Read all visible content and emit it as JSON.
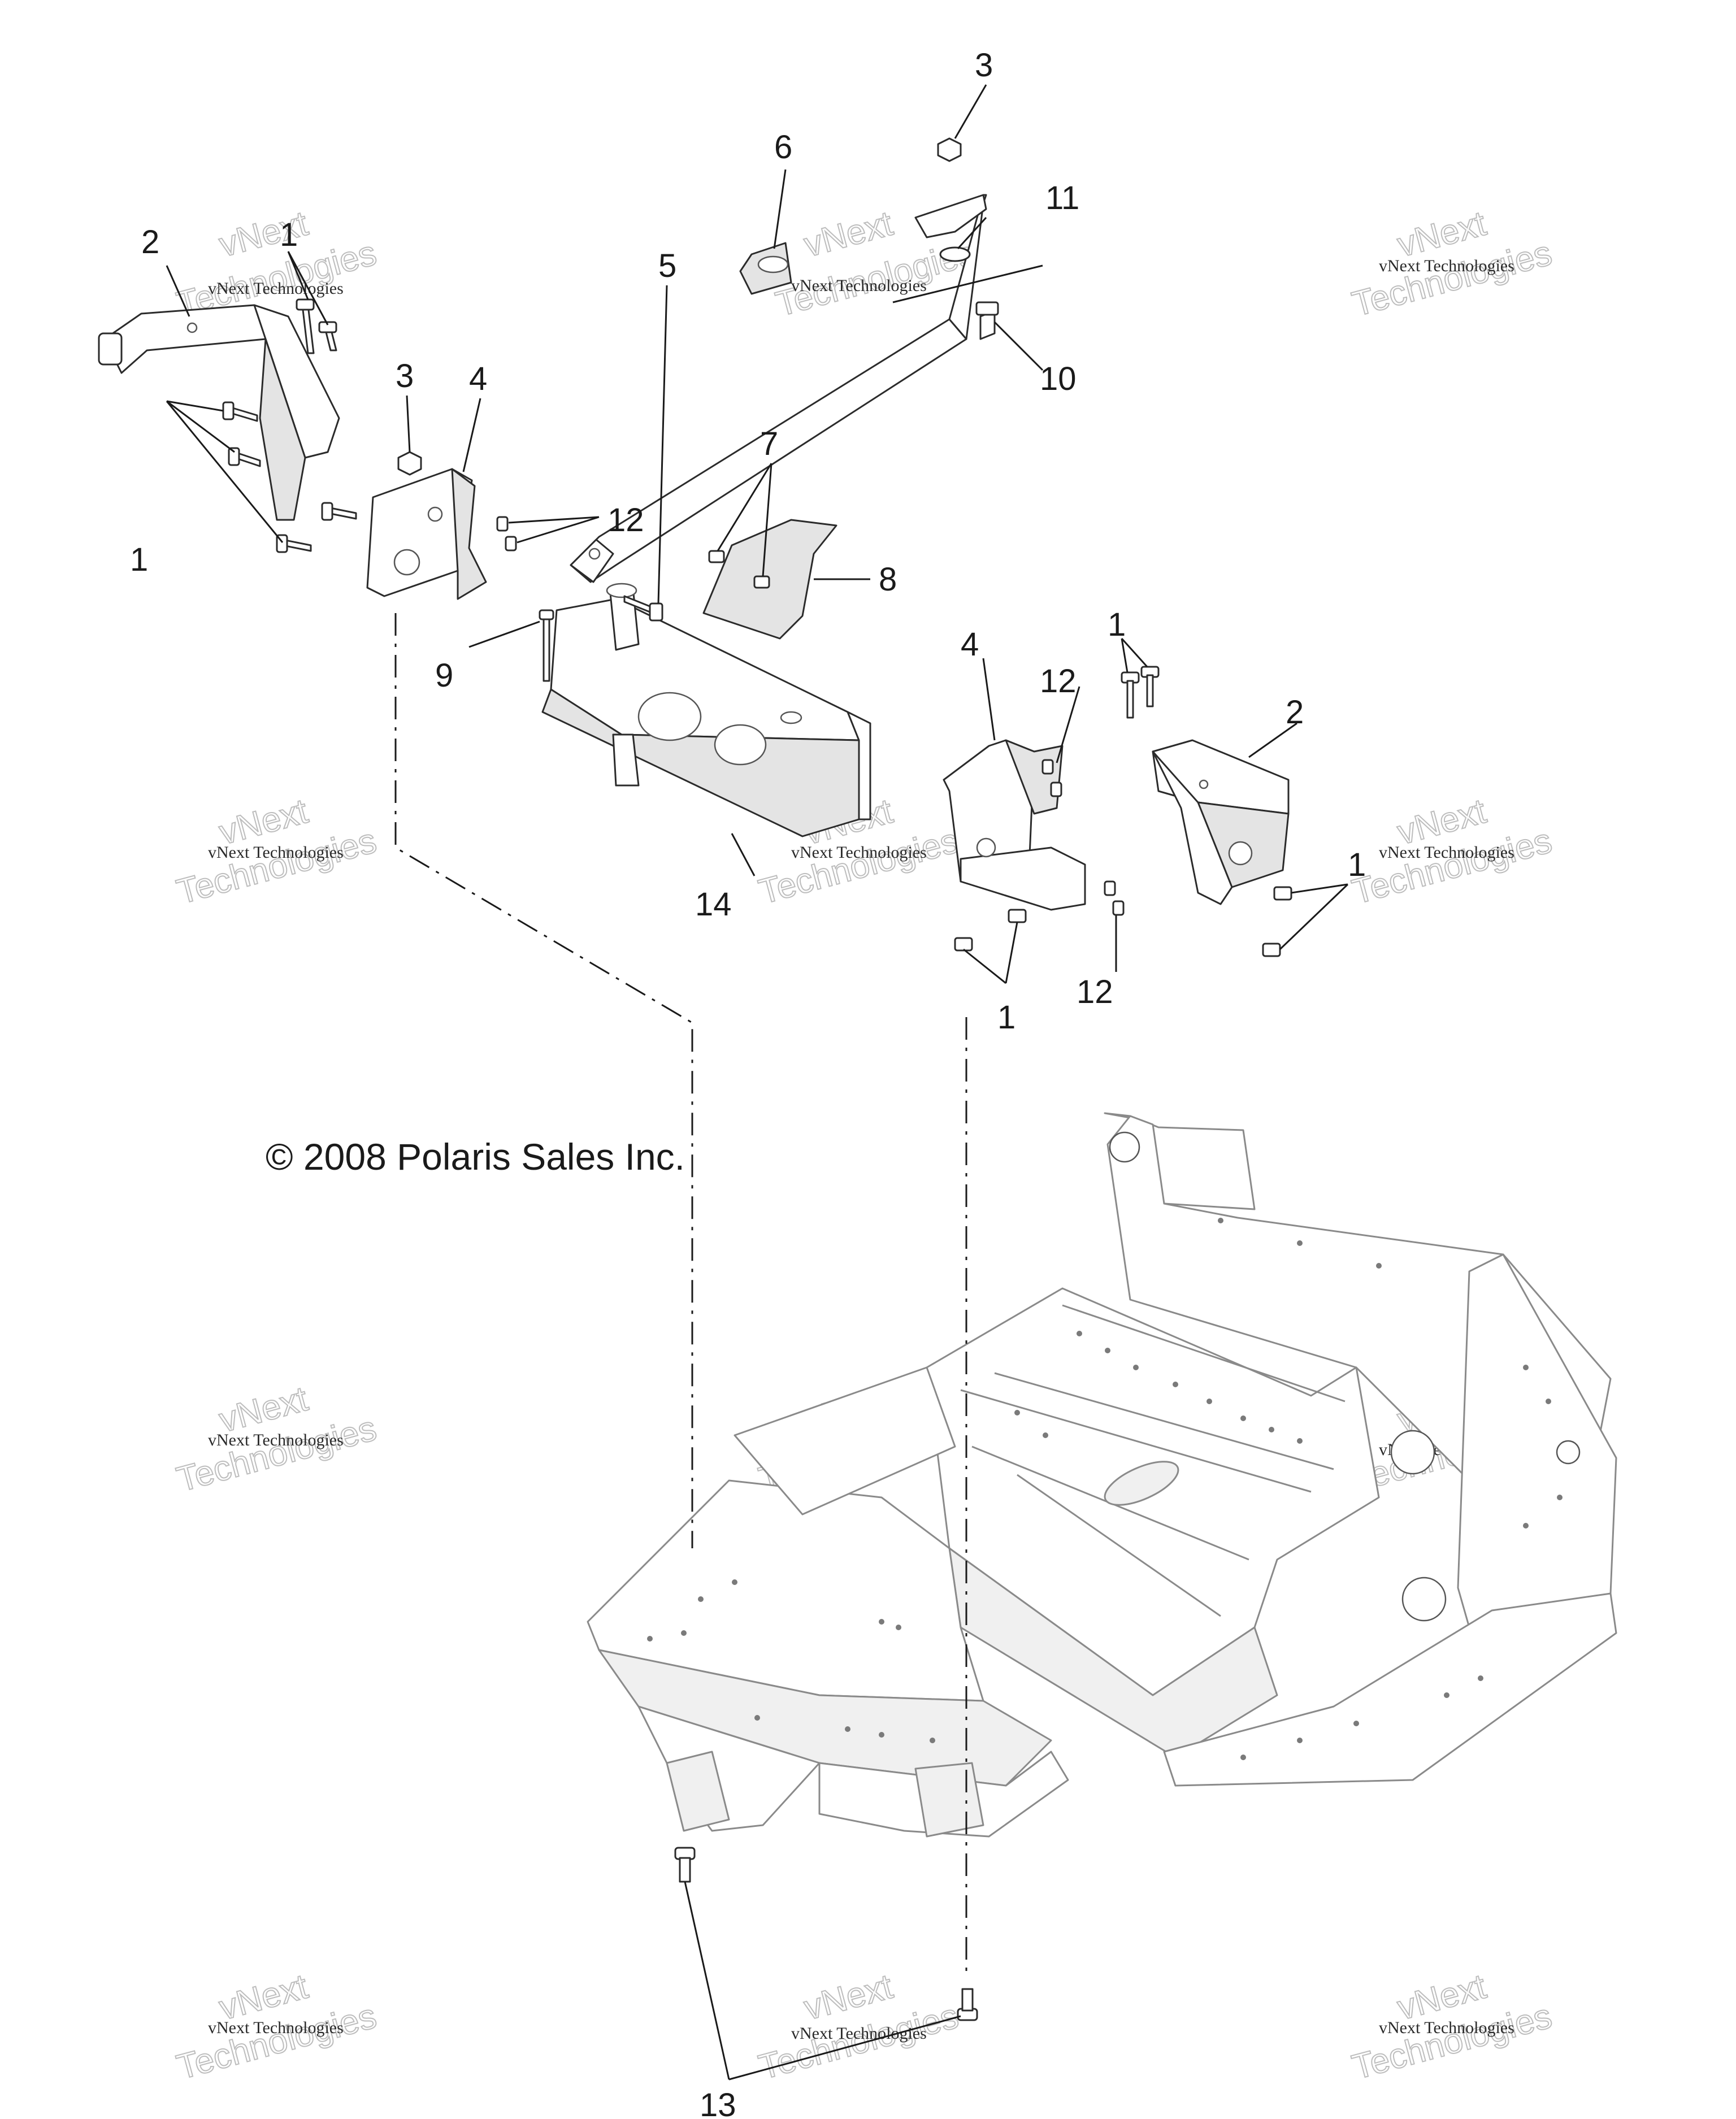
{
  "diagram": {
    "copyright": "© 2008 Polaris Sales Inc.",
    "watermark": {
      "line_small": "vNext Technologies",
      "line_big_1": "vNext",
      "line_big_2": "Technologies"
    },
    "callouts": {
      "c1_left": "1",
      "c1_top_left": "1",
      "c1_right_top": "1",
      "c1_right_mid": "1",
      "c1_center": "1",
      "c2_left": "2",
      "c2_right": "2",
      "c3_top": "3",
      "c3_left": "3",
      "c4_left": "4",
      "c4_right": "4",
      "c5": "5",
      "c6": "6",
      "c7": "7",
      "c8": "8",
      "c9": "9",
      "c10": "10",
      "c11": "11",
      "c12_left": "12",
      "c12_right_top": "12",
      "c12_right_bottom": "12",
      "c13": "13",
      "c14": "14"
    }
  }
}
